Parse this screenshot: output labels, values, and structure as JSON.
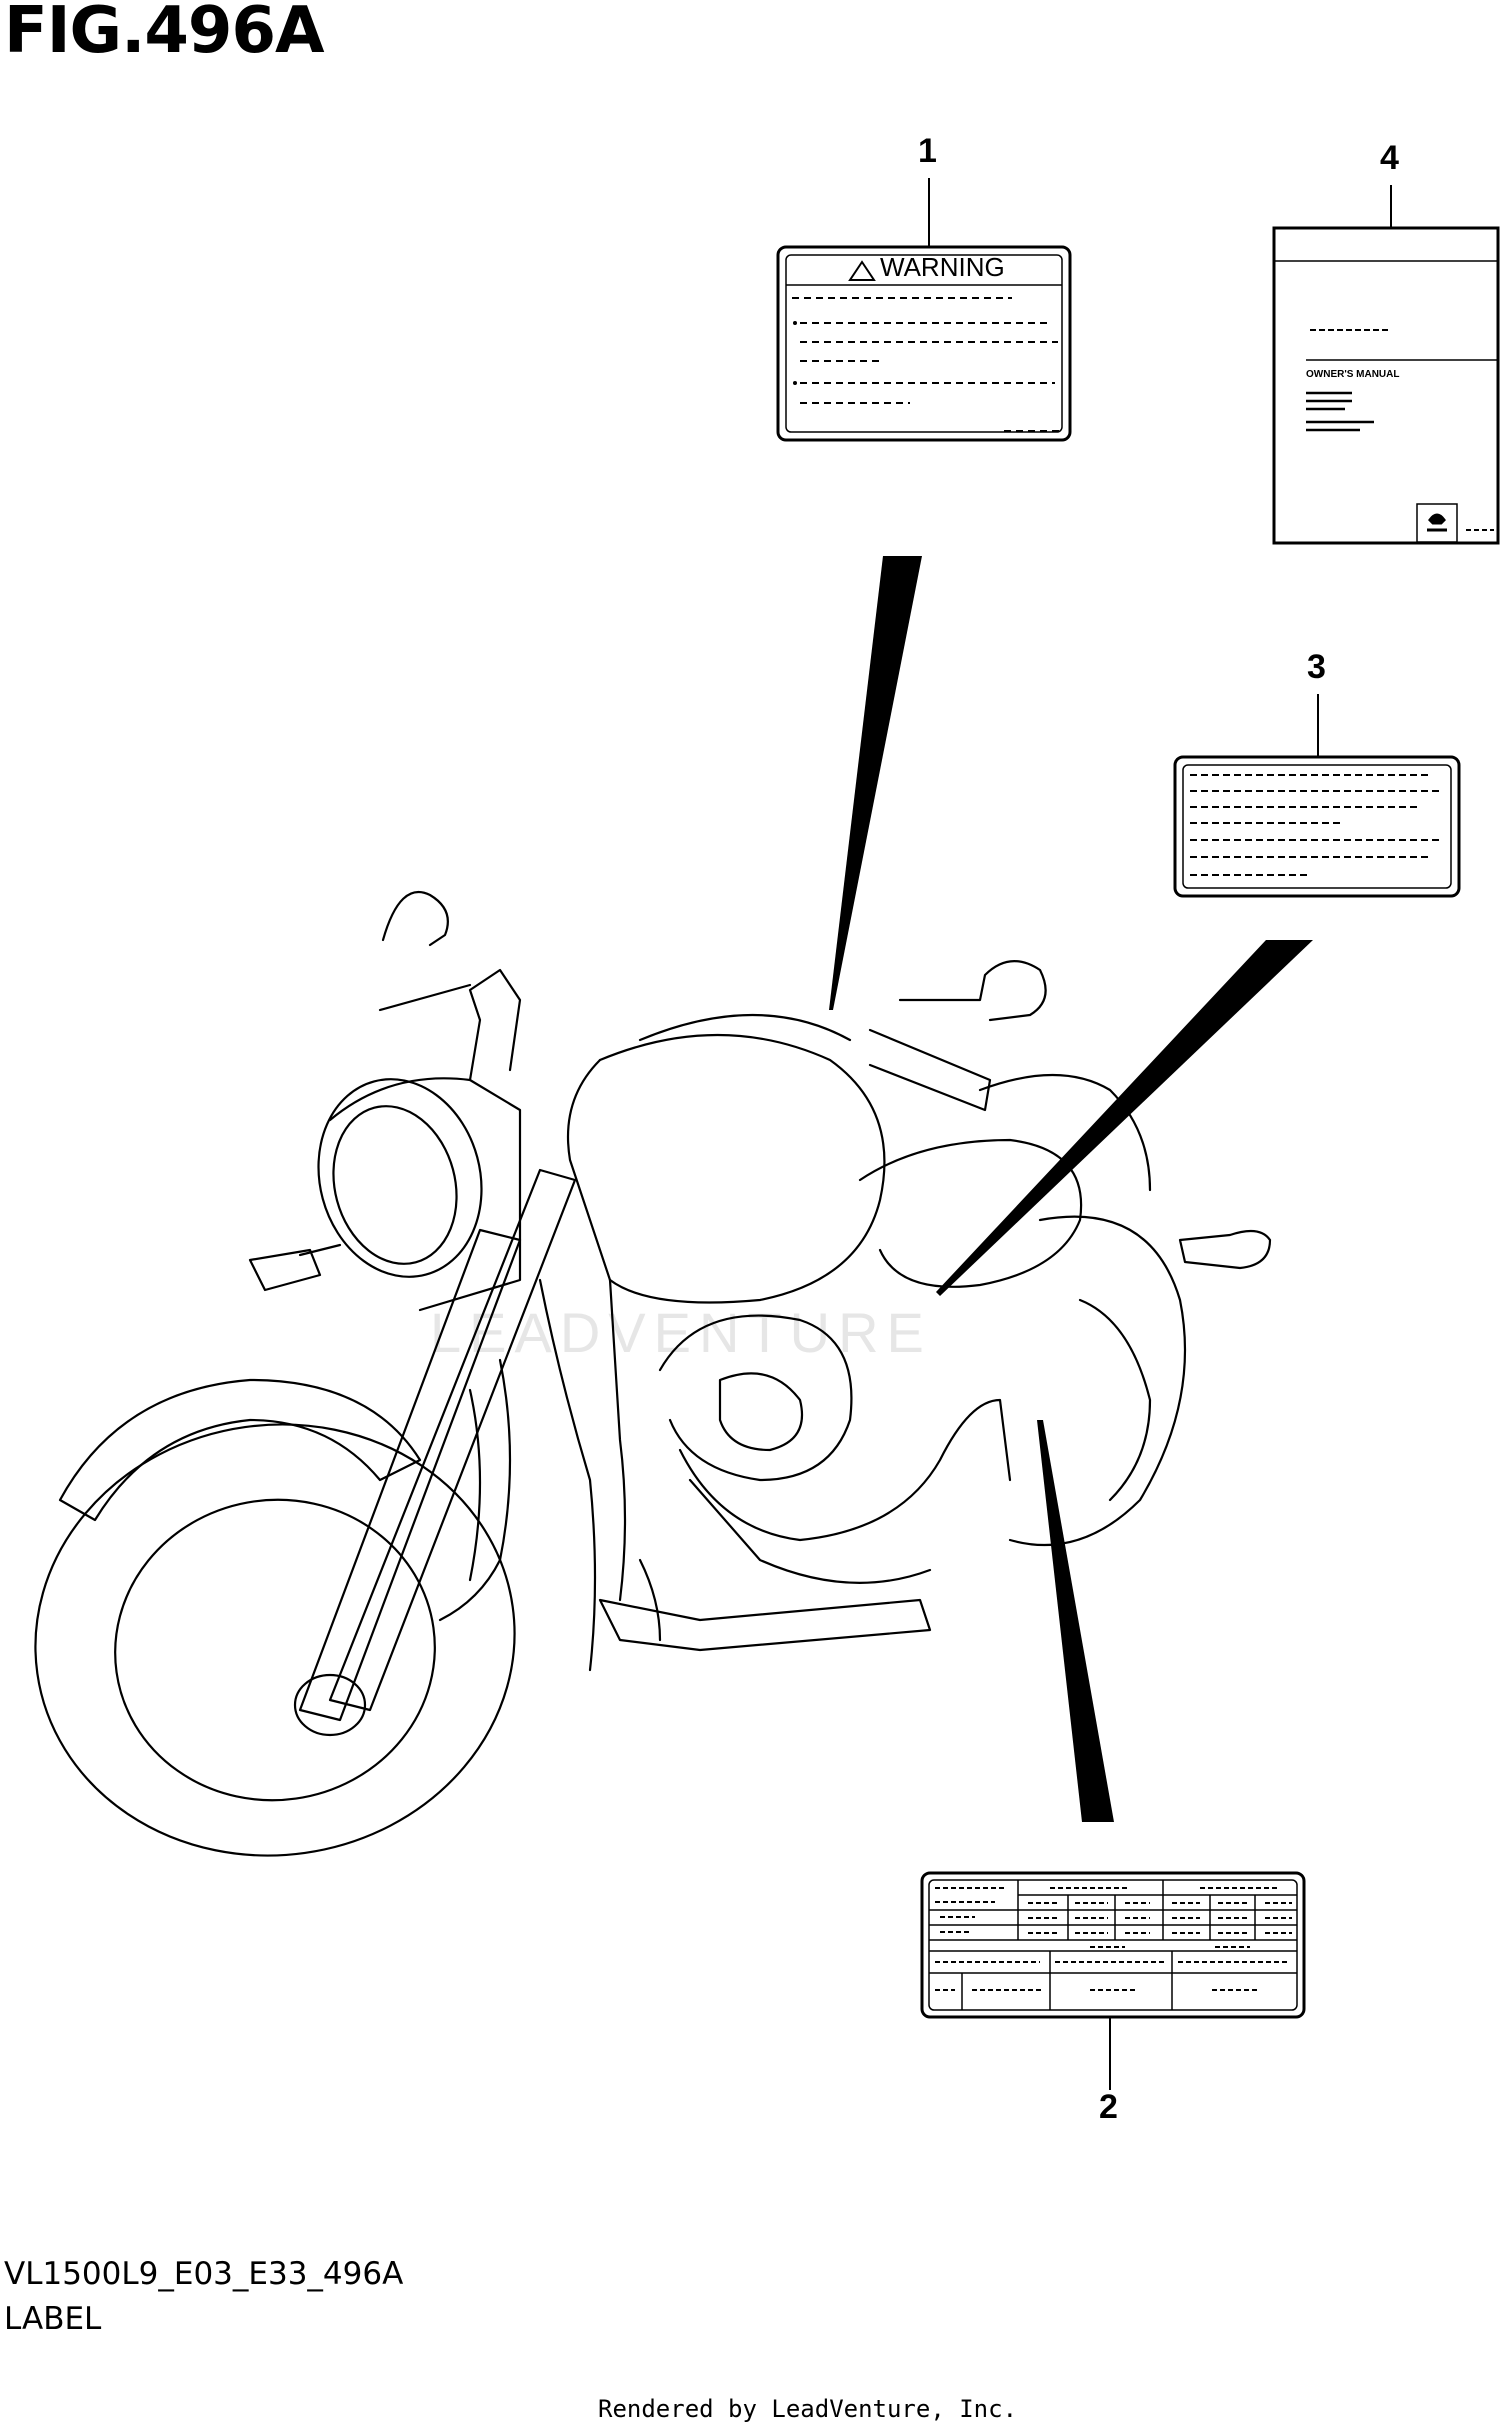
{
  "figure": {
    "title": "FIG.496A",
    "code": "VL1500L9_E03_E33_496A",
    "label": "LABEL",
    "rendered_by": "Rendered by LeadVenture, Inc.",
    "watermark": "LEADVENTURE"
  },
  "callouts": [
    {
      "number": "1"
    },
    {
      "number": "2"
    },
    {
      "number": "3"
    },
    {
      "number": "4"
    }
  ],
  "labels": {
    "warning_heading": "WARNING",
    "manual_heading": "OWNER'S MANUAL"
  }
}
